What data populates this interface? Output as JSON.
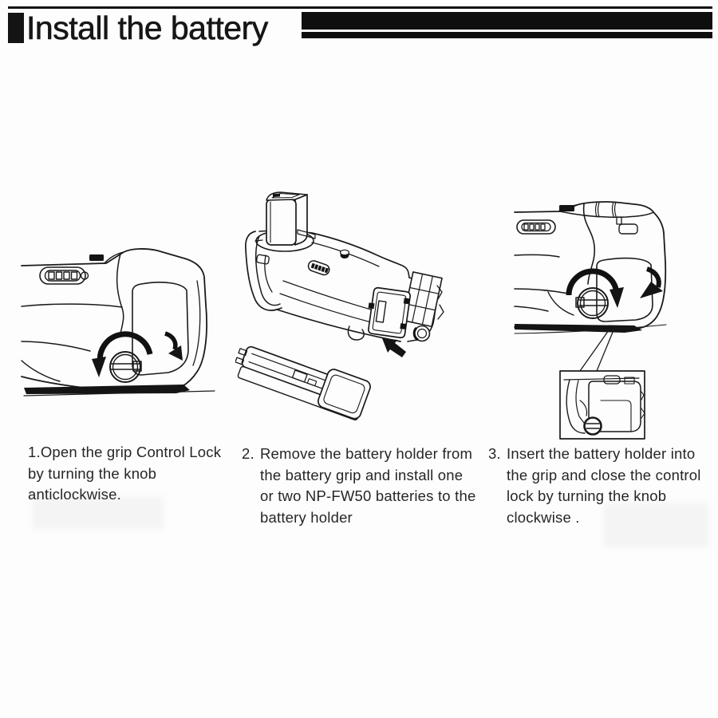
{
  "header": {
    "title": "Install the battery"
  },
  "colors": {
    "ink": "#141414",
    "paper": "#fdfdfd",
    "text": "#262626"
  },
  "steps": [
    {
      "number": "1.",
      "line1": "Open the grip Control Lock",
      "line2": "by turning the knob",
      "line3": "anticlockwise."
    },
    {
      "number": "2.",
      "line1": "Remove the battery holder from",
      "line2": "the battery grip and install one",
      "line3": "or two NP-FW50 batteries to the",
      "line4": "battery holder"
    },
    {
      "number": "3.",
      "line1": "Insert the battery holder into",
      "line2": "the grip and close the control",
      "line3": "lock by turning the knob",
      "line4": "clockwise ."
    }
  ],
  "figures": [
    {
      "step": 1,
      "depicts": "battery grip corner with control lock knob",
      "arrows": [
        "anticlockwise-rotation-arrow",
        "flip-open-arrow"
      ]
    },
    {
      "step": 2,
      "depicts": "battery grip with NP-FW50 battery on top and battery holder removed",
      "arrows": [
        "insert-direction-arrow"
      ]
    },
    {
      "step": 3,
      "depicts": "battery grip control lock with magnified battery holder inset",
      "arrows": [
        "clockwise-rotation-arrow",
        "flip-close-arrow"
      ]
    }
  ]
}
